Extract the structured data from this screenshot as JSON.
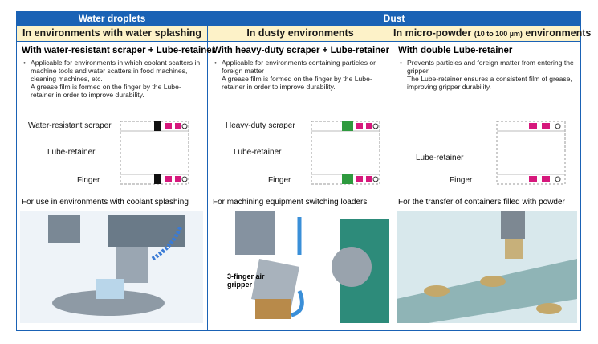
{
  "headers": {
    "water": "Water droplets",
    "dust": "Dust"
  },
  "columns": [
    {
      "subheader": "In environments with water splashing",
      "title": "With water-resistant scraper + Lube-retainer",
      "bullet_main": "Applicable for environments in which coolant scatters in machine tools and water scatters in food machines, cleaning machines, etc.",
      "bullet_extra": "A grease film is formed on the finger by the Lube-retainer in order to improve durability.",
      "labels": [
        "Water-resistant scraper",
        "Lube-retainer",
        "Finger"
      ],
      "caption": "For use in environments with coolant splashing",
      "scraper_color": "#111111"
    },
    {
      "subheader": "In dusty environments",
      "title": "With heavy-duty scraper + Lube-retainer",
      "bullet_main": "Applicable for environments containing particles or foreign matter",
      "bullet_extra": "A grease film is formed on the finger by the Lube-retainer in order to improve durability.",
      "labels": [
        "Heavy-duty scraper",
        "Lube-retainer",
        "Finger"
      ],
      "caption": "For machining equipment switching loaders",
      "photo_label": "3-finger air gripper",
      "scraper_color": "#2e9a3e"
    },
    {
      "subheader_main": "In micro-powder",
      "subheader_small": "(10 to 100 µm)",
      "subheader_end": "environments",
      "title": "With double Lube-retainer",
      "bullet_main": "Prevents particles and foreign matter from entering the gripper",
      "bullet_extra": "The Lube-retainer ensures a consistent film of grease, improving gripper durability.",
      "labels": [
        "Lube-retainer",
        "Finger"
      ],
      "caption": "For the transfer of containers filled with powder"
    }
  ],
  "colors": {
    "header_blue": "#1a62b5",
    "subheader_bg": "#fdf2c8",
    "lube_retainer": "#d6187c"
  }
}
